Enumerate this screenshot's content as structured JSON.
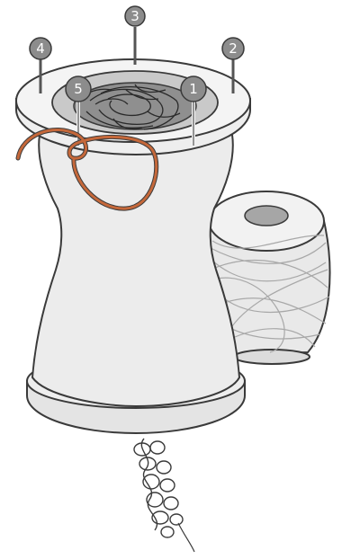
{
  "pins": [
    {
      "id": "pin-1",
      "label": "1"
    },
    {
      "id": "pin-2",
      "label": "2"
    },
    {
      "id": "pin-3",
      "label": "3"
    },
    {
      "id": "pin-4",
      "label": "4"
    },
    {
      "id": "pin-5",
      "label": "5"
    }
  ],
  "colors": {
    "outline": "#3a3a3a",
    "body_fill": "#ececec",
    "rim_fill": "#f4f4f4",
    "inner_ring": "#c9c9c9",
    "bore_dark": "#8f8f8f",
    "pin_badge": "#8c8c8c",
    "pin_head_stroke": "#555555",
    "yarn_orange": "#c5683a",
    "spool_fill": "#e9e9e9",
    "spool_line": "#a8a8a8"
  },
  "icons": {
    "knitting_spool": "knitting-spool-icon",
    "yarn_ball": "yarn-ball-icon",
    "knitted_chain": "knitted-chain-icon"
  }
}
